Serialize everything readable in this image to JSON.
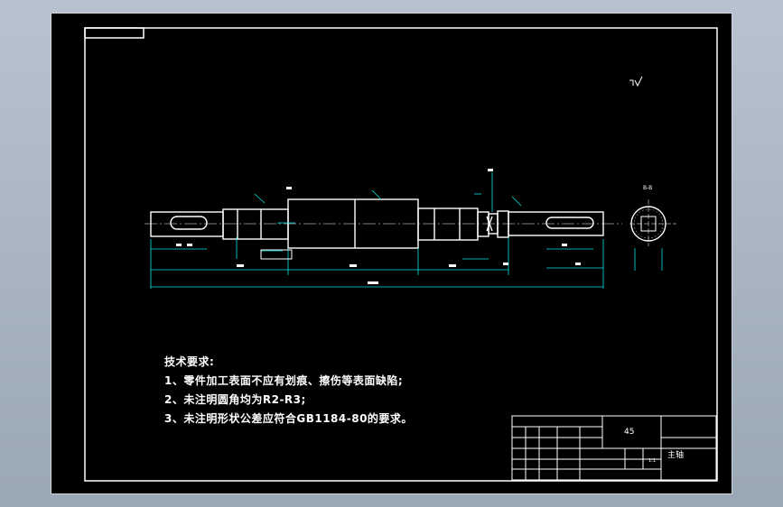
{
  "notes": {
    "heading": "技术要求:",
    "items": [
      "1、零件加工表面不应有划痕、擦伤等表面缺陷;",
      "2、未注明圆角均为R2-R3;",
      "3、未注明形状公差应符合GB1184-80的要求。"
    ]
  },
  "title_block": {
    "material": "45",
    "part_name": "主轴",
    "scale": "1:1"
  },
  "section_label": "B-B",
  "colors": {
    "outline": "#ffffff",
    "dimension": "#00e5e5",
    "sheet": "#000000"
  }
}
